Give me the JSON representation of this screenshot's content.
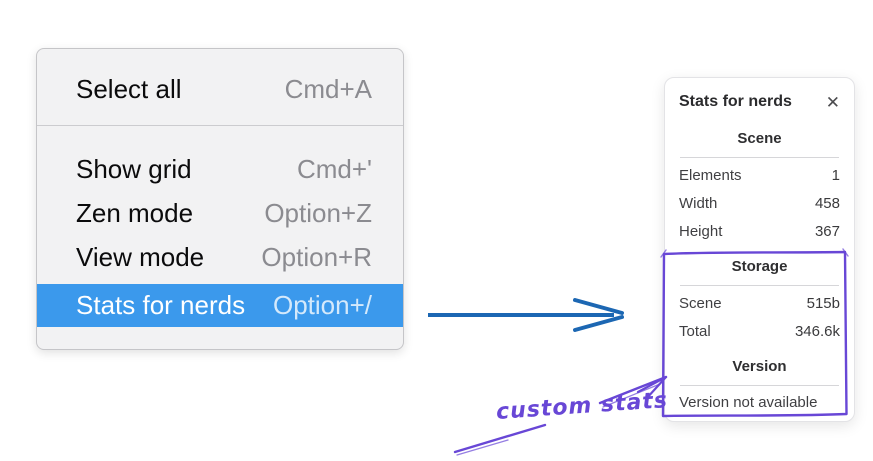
{
  "menu": {
    "items": [
      {
        "label": "Select all",
        "shortcut": "Cmd+A",
        "selected": false
      },
      {
        "label": "Show grid",
        "shortcut": "Cmd+'",
        "selected": false
      },
      {
        "label": "Zen mode",
        "shortcut": "Option+Z",
        "selected": false
      },
      {
        "label": "View mode",
        "shortcut": "Option+R",
        "selected": false
      },
      {
        "label": "Stats for nerds",
        "shortcut": "Option+/",
        "selected": true
      }
    ]
  },
  "stats_panel": {
    "title": "Stats for nerds",
    "sections": [
      {
        "heading": "Scene",
        "rows": [
          {
            "label": "Elements",
            "value": "1"
          },
          {
            "label": "Width",
            "value": "458"
          },
          {
            "label": "Height",
            "value": "367"
          }
        ]
      },
      {
        "heading": "Storage",
        "rows": [
          {
            "label": "Scene",
            "value": "515b"
          },
          {
            "label": "Total",
            "value": "346.6k"
          }
        ]
      },
      {
        "heading": "Version",
        "rows": [],
        "note": "Version not available"
      }
    ]
  },
  "annotation": {
    "label": "custom stats"
  },
  "icons": {
    "close": "✕"
  },
  "colors": {
    "menu_highlight": "#3b99ec",
    "flow_arrow_blue": "#1c67b3",
    "annotation_purple": "#6847d6"
  }
}
